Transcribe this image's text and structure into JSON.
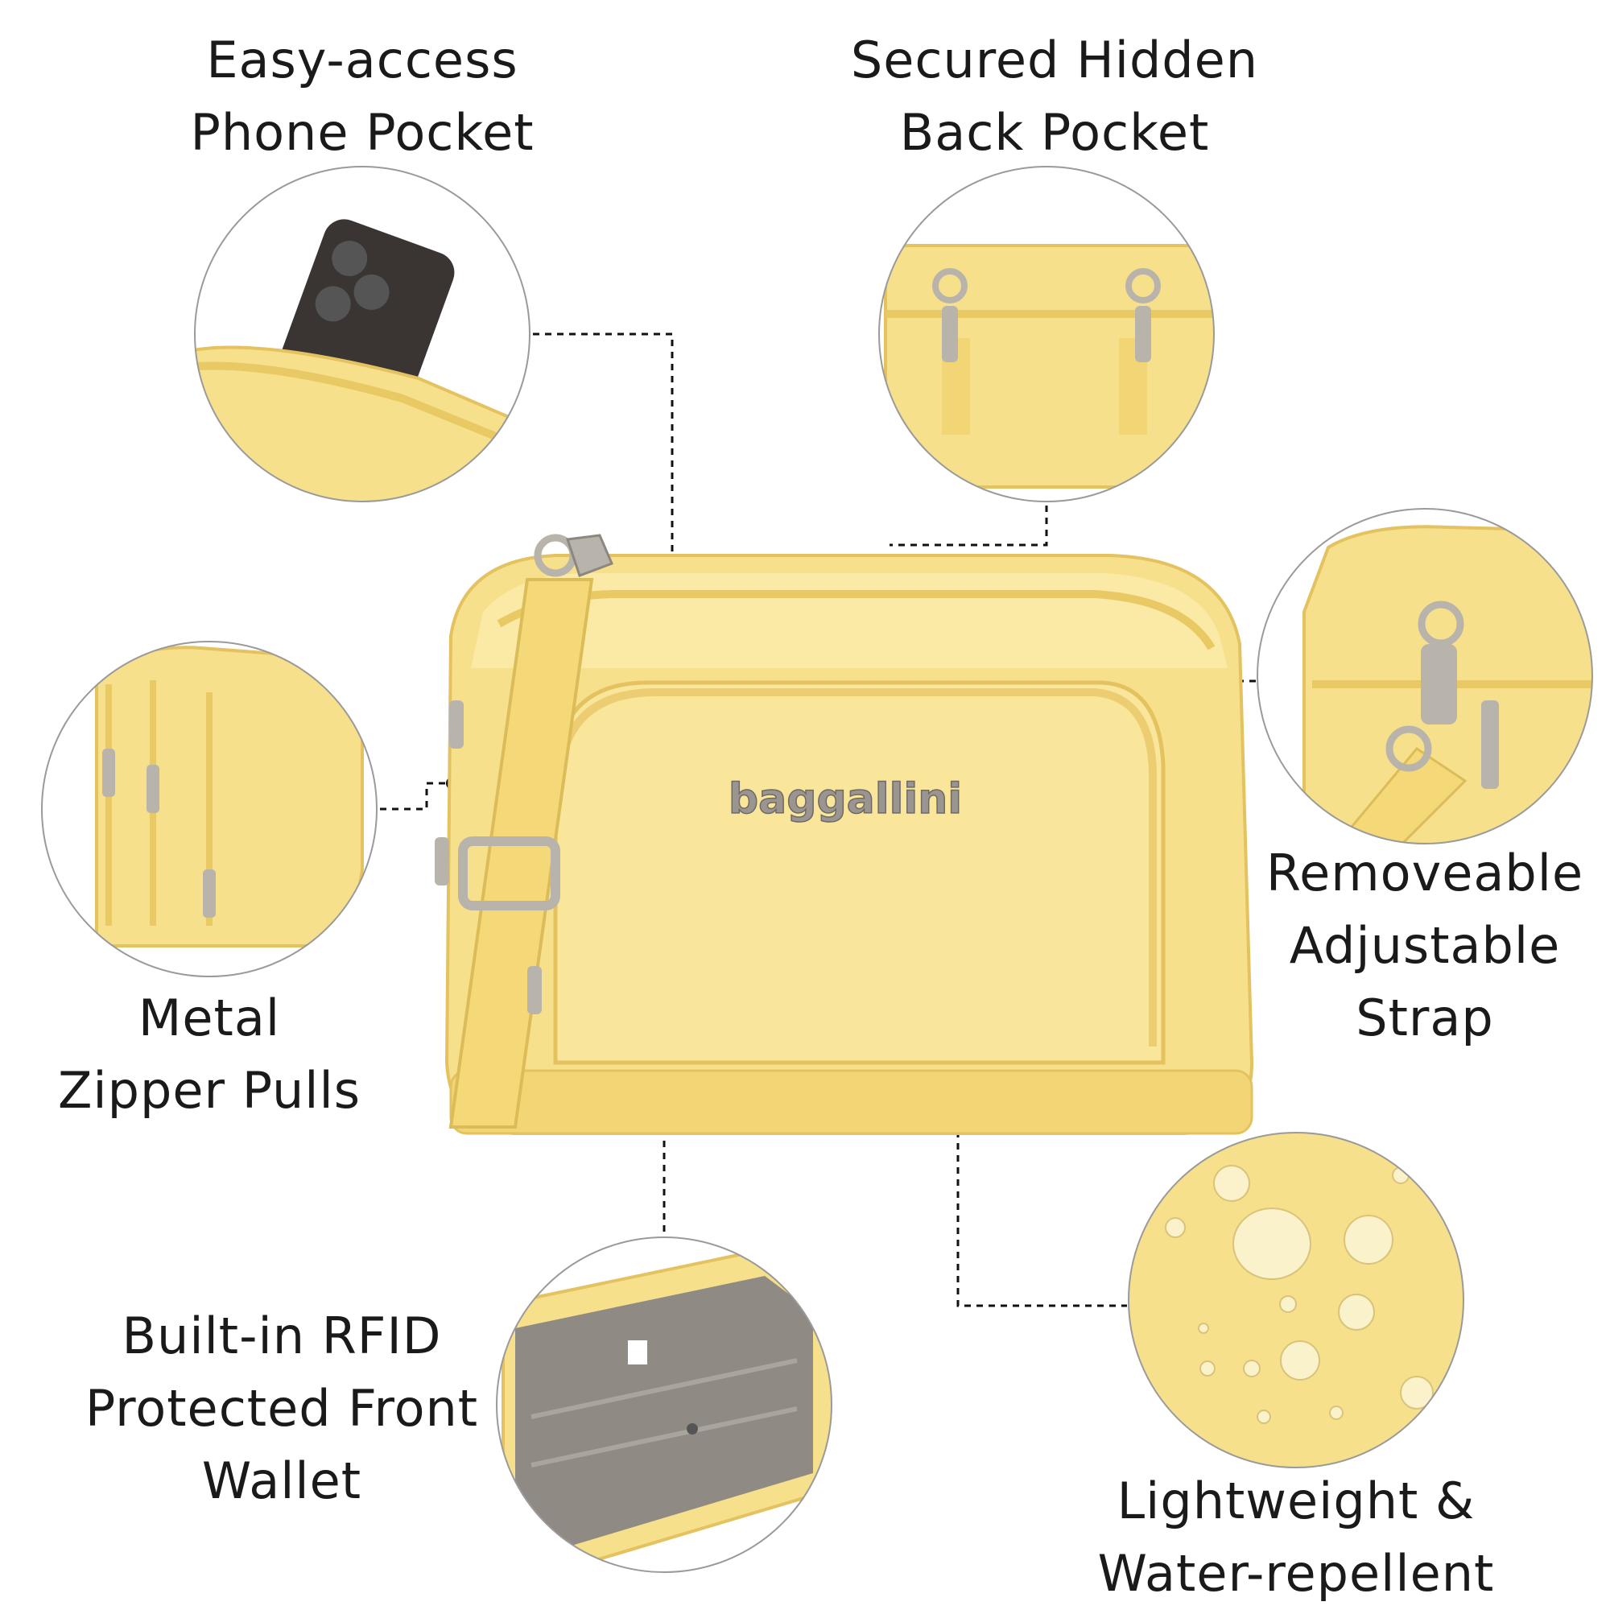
{
  "features": {
    "phone_pocket": [
      "Easy-access",
      "Phone Pocket"
    ],
    "back_pocket": [
      "Secured Hidden",
      "Back Pocket"
    ],
    "zipper_pulls": [
      "Metal",
      "Zipper Pulls"
    ],
    "strap": [
      "Removeable",
      "Adjustable",
      "Strap"
    ],
    "wallet": [
      "Built-in RFID",
      "Protected Front",
      "Wallet"
    ],
    "water": [
      "Lightweight &",
      "Water-repellent"
    ]
  },
  "brand": {
    "logo_text": "baggallini"
  },
  "colors": {
    "bag": "#f7e08c",
    "bag_shadow": "#e8c964",
    "bag_light": "#fbeeb0",
    "metal": "#b9b4ab",
    "lining": "#8f8a84",
    "phone": "#3a3533"
  }
}
